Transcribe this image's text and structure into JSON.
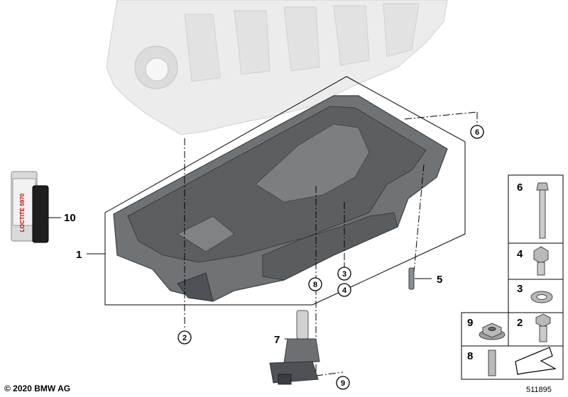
{
  "copyright": "© 2020 BMW AG",
  "diagram_id": "511895",
  "tube_label": "LOCTITE 5970",
  "callouts": {
    "part_1": "1",
    "part_2": "2",
    "part_3": "3",
    "part_4": "4",
    "part_5": "5",
    "part_6": "6",
    "part_7": "7",
    "part_8": "8",
    "part_9": "9",
    "part_10": "10"
  },
  "legend": {
    "cell_6": "6",
    "cell_4": "4",
    "cell_3": "3",
    "cell_9": "9",
    "cell_2": "2",
    "cell_8": "8"
  },
  "colors": {
    "engine_block": "#e9e9e9",
    "oil_pan": "#6d7073",
    "oil_pan_dark": "#4e5155",
    "line": "#000000"
  }
}
